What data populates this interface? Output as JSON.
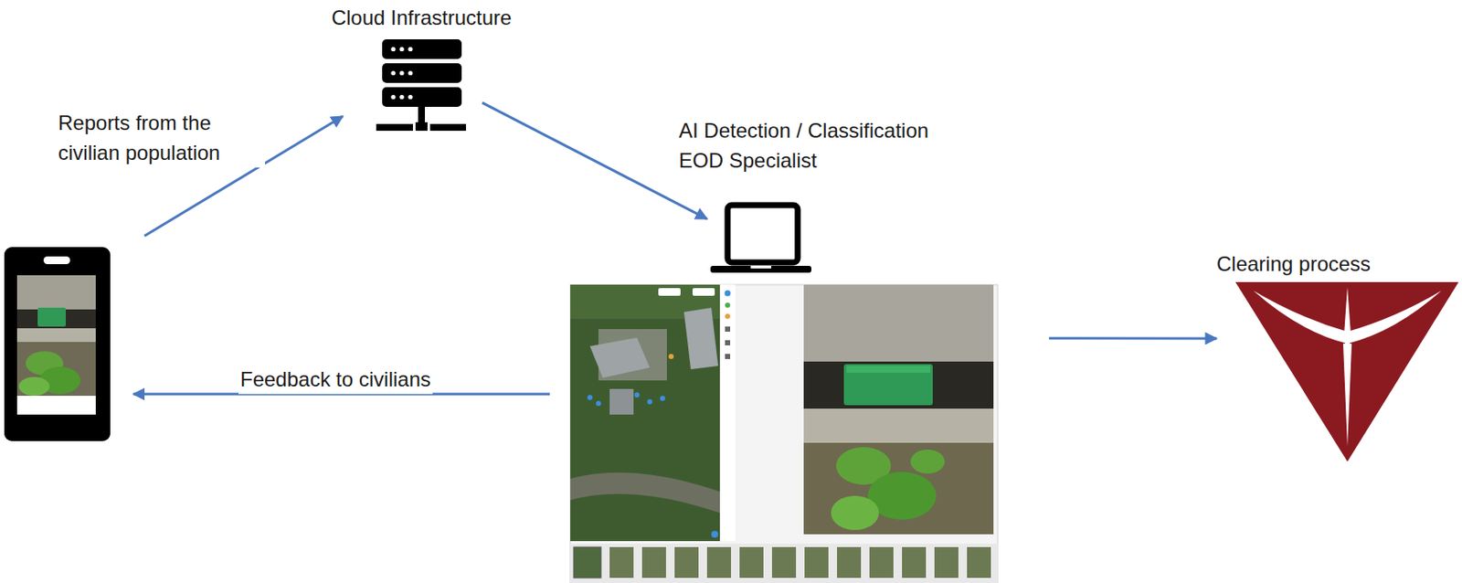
{
  "diagram": {
    "nodes": [
      {
        "text": [
          "Cloud Infrastructure"
        ]
      },
      {
        "text": []
      },
      {
        "text": [
          "AI Detection / Classification",
          "EOD Specialist"
        ]
      },
      {
        "text": []
      },
      {
        "text": [
          "Clearing process"
        ]
      }
    ],
    "edges": [
      {
        "from": 1,
        "to": 0,
        "arrow": "to",
        "label": "Reports from the civilian population"
      },
      {
        "from": 0,
        "to": 2,
        "arrow": "to"
      },
      {
        "from": 3,
        "to": 1,
        "arrow": "to",
        "label": "Feedback to civilians"
      },
      {
        "from": 3,
        "to": 4,
        "arrow": "to"
      }
    ]
  }
}
